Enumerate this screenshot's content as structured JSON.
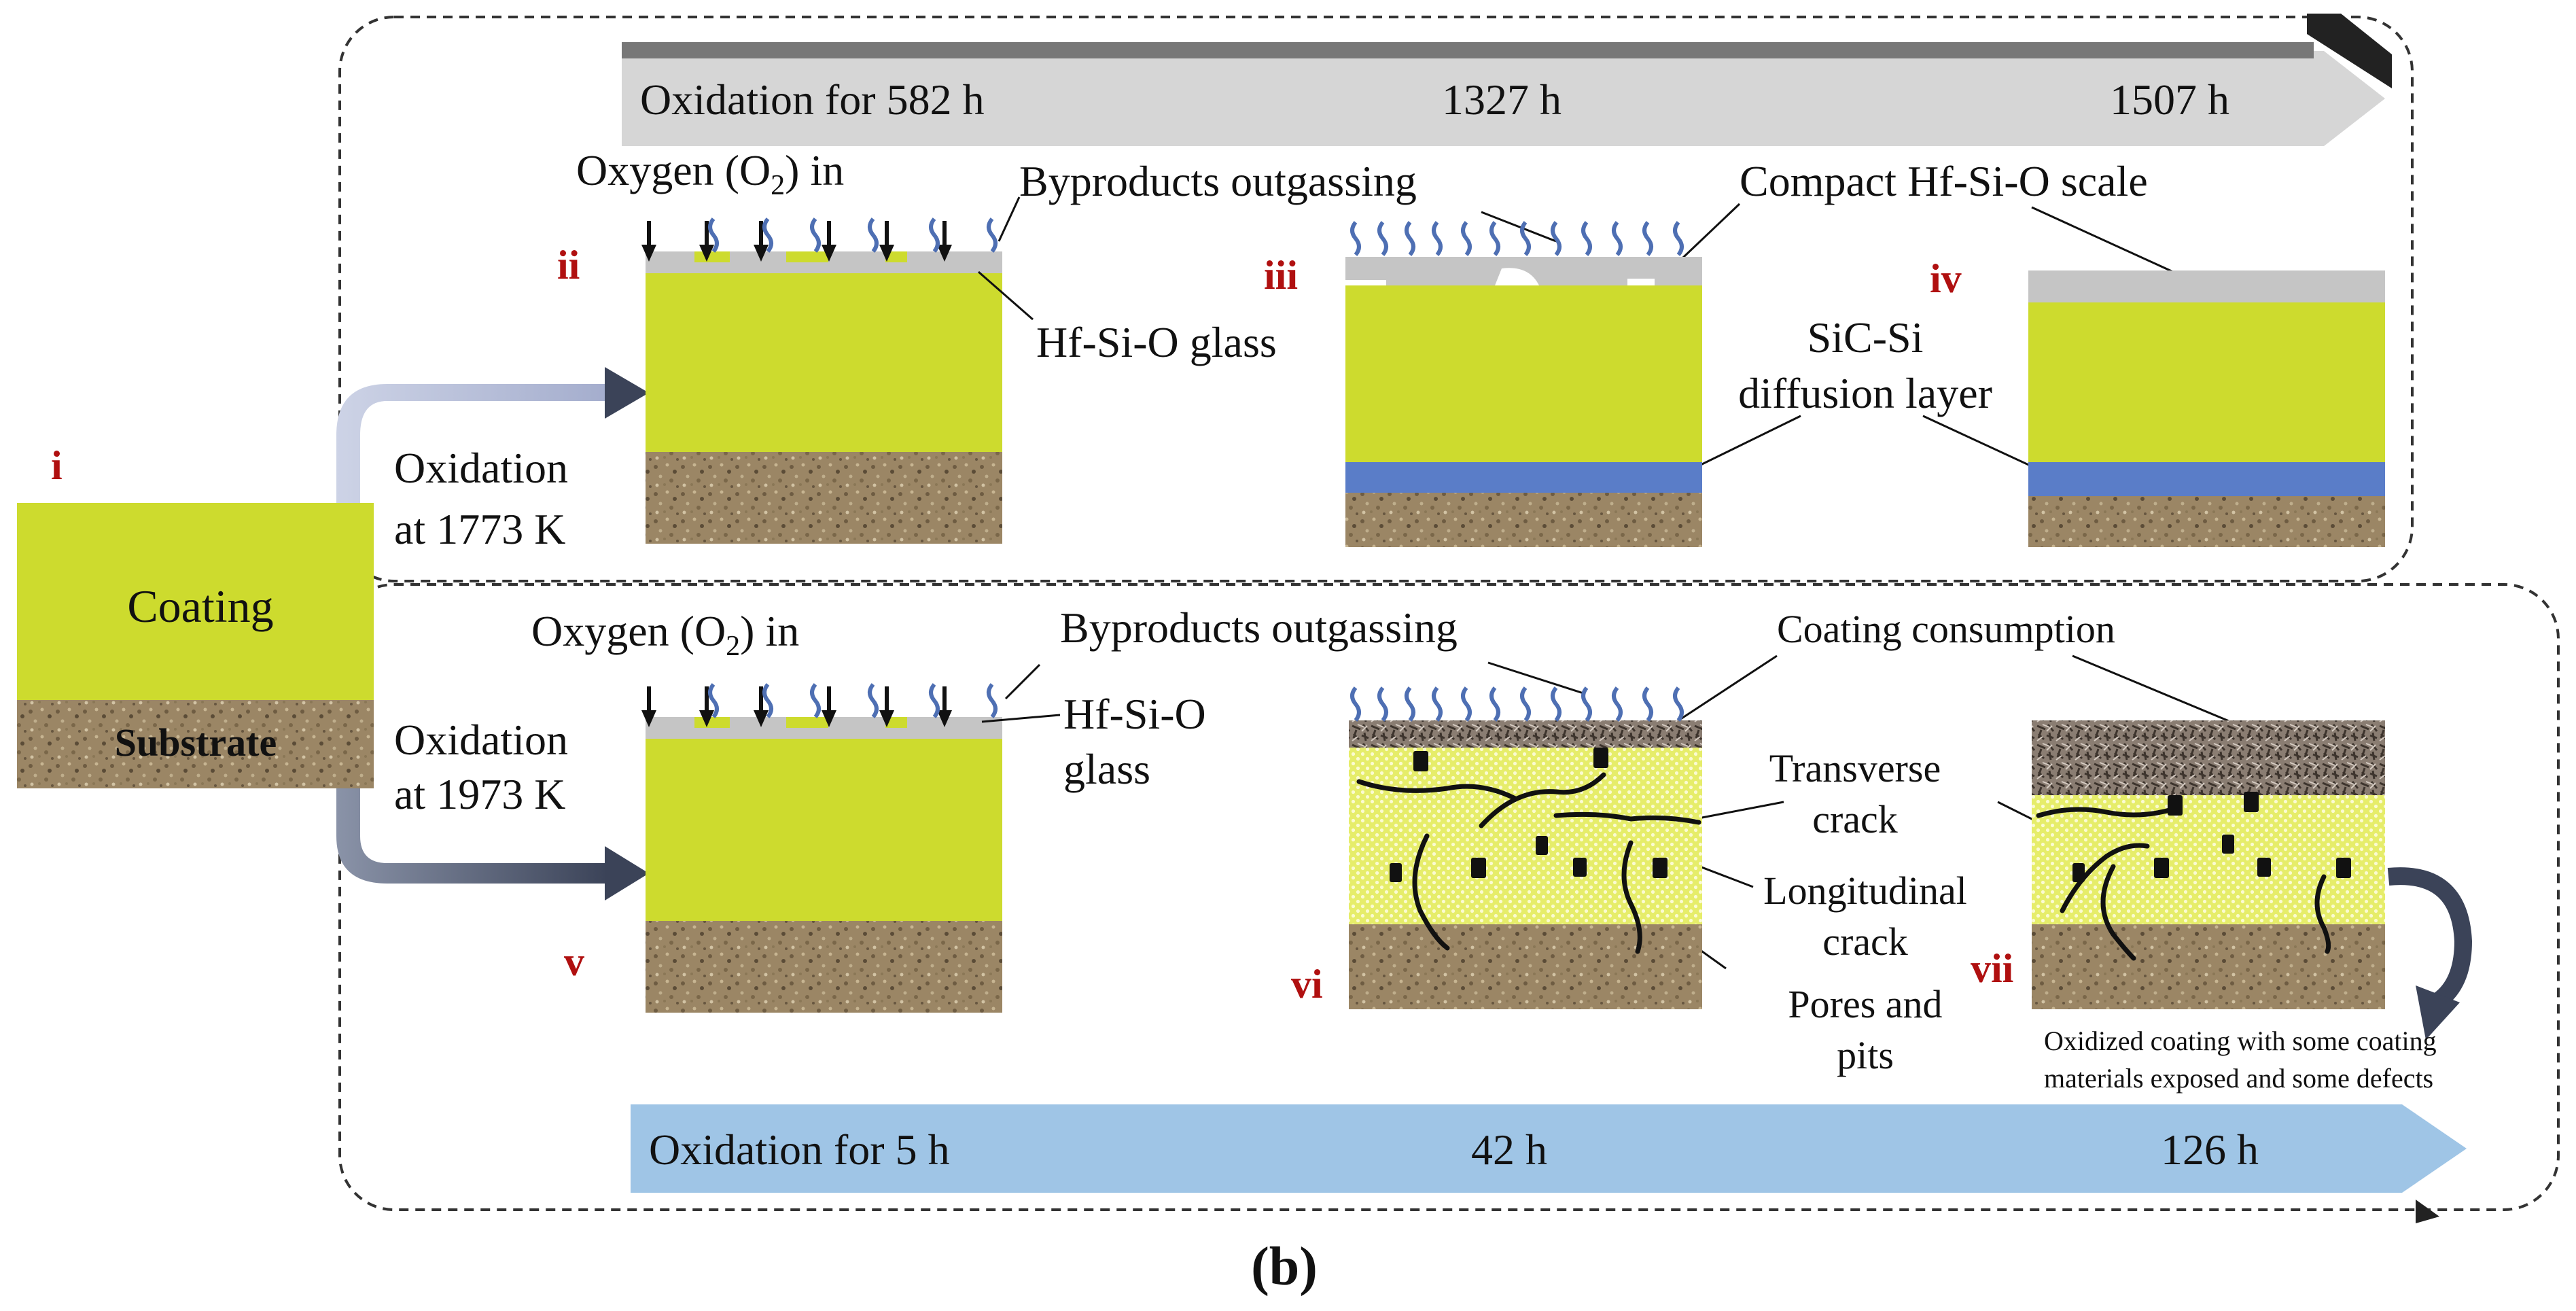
{
  "colors": {
    "coating": "#cddb2e",
    "substrate": "#9a8463",
    "diffusion": "#5a7dc8",
    "scale": "#c5c5c5",
    "roman_numeral": "#b01010",
    "arrow_top": "#d6d6d6",
    "arrow_bottom": "#9fc5e6"
  },
  "initial": {
    "numeral": "i",
    "coating_label": "Coating",
    "substrate_label": "Substrate"
  },
  "top_panel": {
    "timeline": {
      "t1": "Oxidation for 582 h",
      "t2": "1327 h",
      "t3": "1507 h"
    },
    "condition": {
      "line1": "Oxidation",
      "line2": "at 1773 K"
    },
    "stages": [
      {
        "numeral": "ii"
      },
      {
        "numeral": "iii"
      },
      {
        "numeral": "iv"
      }
    ],
    "labels": {
      "oxygen": "Oxygen (O",
      "oxygen_sub": "2",
      "oxygen_end": ") in",
      "byproducts": "Byproducts outgassing",
      "glass": "Hf-Si-O glass",
      "scale": "Compact Hf-Si-O scale",
      "diffusion_1": "SiC-Si",
      "diffusion_2": "diffusion layer"
    }
  },
  "bottom_panel": {
    "timeline": {
      "t1": "Oxidation for 5 h",
      "t2": "42 h",
      "t3": "126 h"
    },
    "condition": {
      "line1": "Oxidation",
      "line2": "at 1973 K"
    },
    "stages": [
      {
        "numeral": "v"
      },
      {
        "numeral": "vi"
      },
      {
        "numeral": "vii"
      }
    ],
    "labels": {
      "oxygen": "Oxygen (O",
      "oxygen_sub": "2",
      "oxygen_end": ") in",
      "byproducts": "Byproducts outgassing",
      "glass_1": "Hf-Si-O",
      "glass_2": "glass",
      "consumption": "Coating consumption",
      "transverse_1": "Transverse",
      "transverse_2": "crack",
      "longitudinal_1": "Longitudinal",
      "longitudinal_2": "crack",
      "pores_1": "Pores and",
      "pores_2": "pits",
      "caption_1": "Oxidized coating with some coating",
      "caption_2": "materials exposed and some defects"
    }
  },
  "figure_label": "(b)"
}
